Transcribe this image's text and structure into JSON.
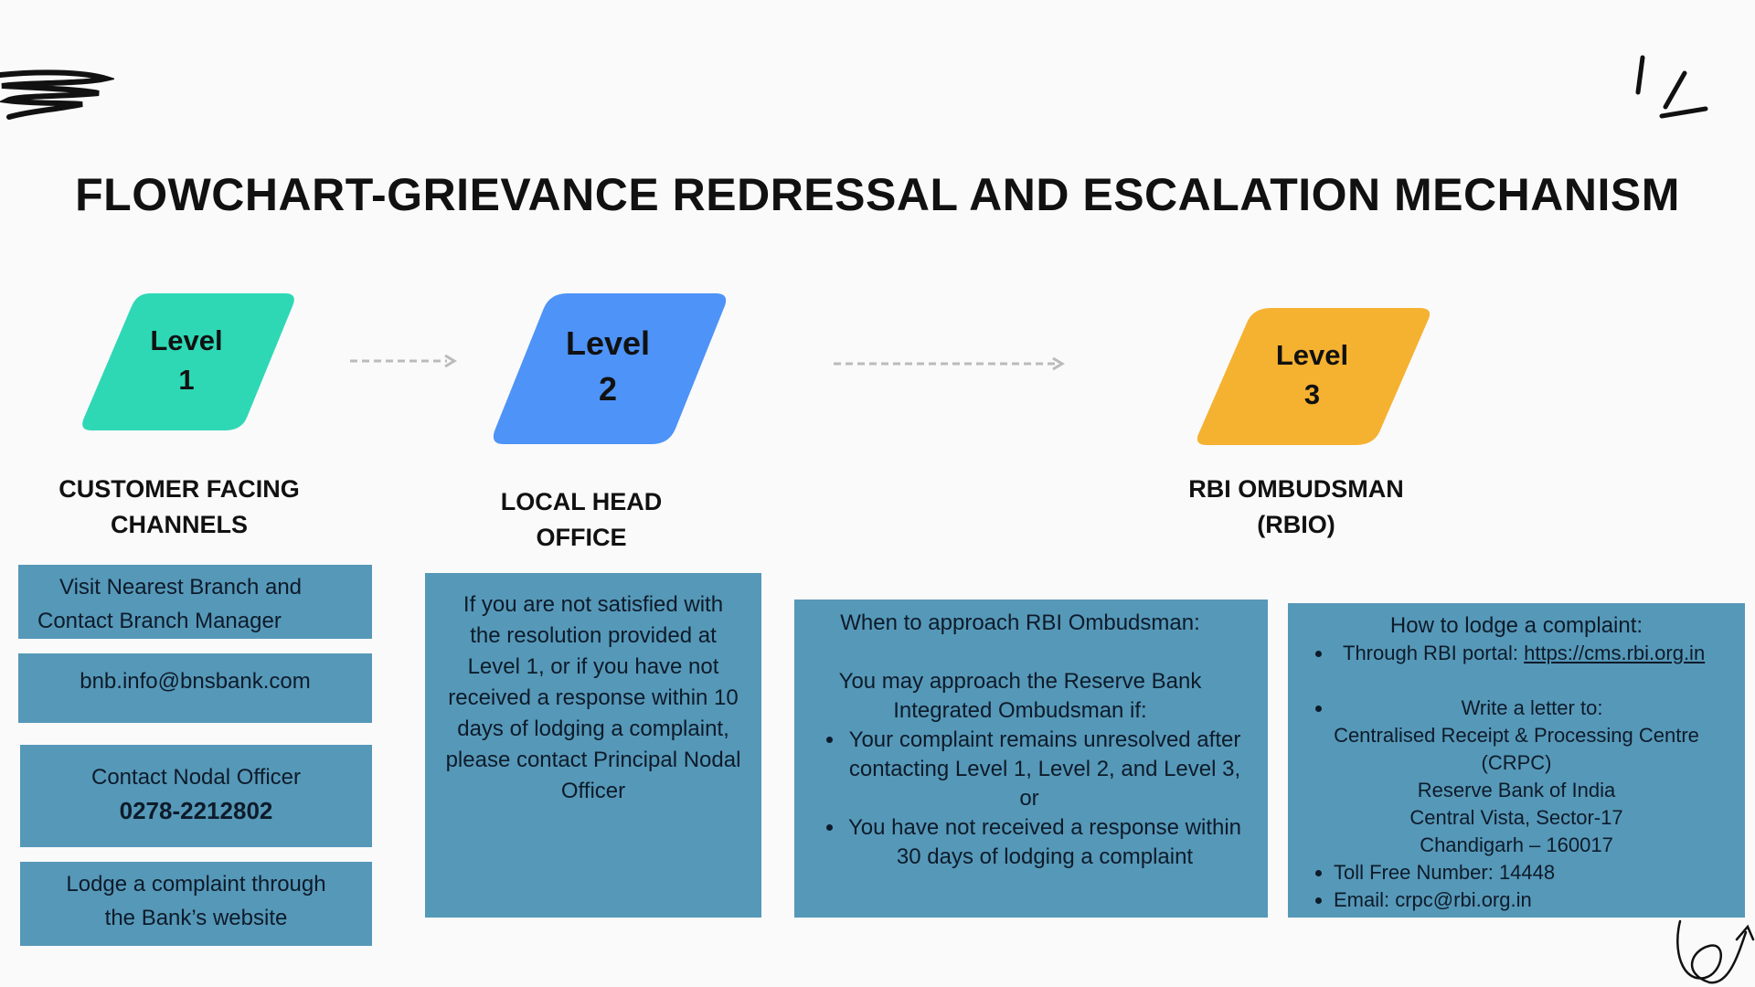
{
  "title": "FLOWCHART-GRIEVANCE REDRESSAL AND ESCALATION MECHANISM",
  "colors": {
    "level1": "#2ed8b5",
    "level2": "#4e93f7",
    "level3": "#f5b130",
    "box": "#5698b8"
  },
  "levels": [
    {
      "line1": "Level",
      "line2": "1",
      "heading_l1": "CUSTOMER FACING",
      "heading_l2": "CHANNELS"
    },
    {
      "line1": "Level",
      "line2": "2",
      "heading_l1": "LOCAL HEAD",
      "heading_l2": "OFFICE"
    },
    {
      "line1": "Level",
      "line2": "3",
      "heading_l1": "RBI OMBUDSMAN",
      "heading_l2": "(RBIO)"
    }
  ],
  "level1_boxes": {
    "branch_l1": "Visit Nearest Branch and",
    "branch_l2": "Contact Branch Manager",
    "email": "bnb.info@bnsbank.com",
    "nodal_label": "Contact Nodal Officer",
    "nodal_phone": "0278-2212802",
    "website_l1": "Lodge a complaint through",
    "website_l2": "the Bank’s website"
  },
  "level2_box": {
    "text": "If you are not satisfied with the resolution provided at Level 1, or if you have not received a response within 10 days of lodging a complaint, please contact Principal Nodal Officer"
  },
  "rbio_box": {
    "heading": "When to approach RBI Ombudsman:",
    "intro_l1": "You may approach the Reserve Bank",
    "intro_l2": "Integrated Ombudsman if:",
    "bullet1": "Your complaint remains unresolved after contacting Level 1, Level 2, and Level 3,",
    "or": "or",
    "bullet2": "You have not received a response within 30 days of lodging a complaint"
  },
  "lodge_box": {
    "heading": "How to lodge a complaint:",
    "portal_label": "Through RBI portal: ",
    "portal_link": "https://cms.rbi.org.in",
    "letter_label": "Write a letter to:",
    "address": [
      "Centralised Receipt & Processing Centre",
      "(CRPC)",
      "Reserve Bank of India",
      "Central Vista, Sector-17",
      "Chandigarh – 160017"
    ],
    "tollfree": "Toll Free Number: 14448",
    "email": "Email: crpc@rbi.org.in"
  }
}
